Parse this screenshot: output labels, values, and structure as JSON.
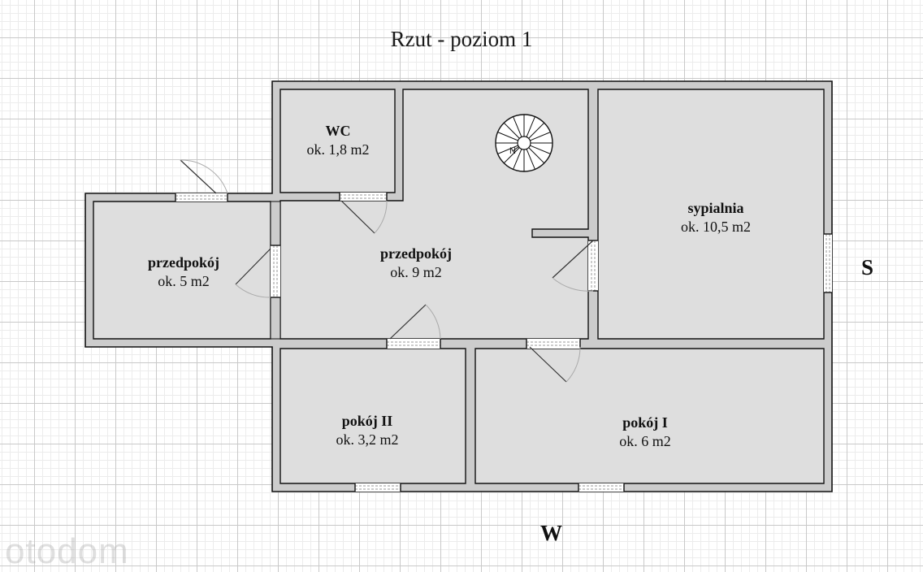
{
  "title": "Rzut - poziom 1",
  "compass": {
    "right": "S",
    "bottom": "W"
  },
  "stair_marker": "N",
  "rooms": [
    {
      "name": "WC",
      "area": "ok. 1,8 m2"
    },
    {
      "name": "przedpokój",
      "area": "ok. 5 m2"
    },
    {
      "name": "przedpokój",
      "area": "ok. 9 m2"
    },
    {
      "name": "sypialnia",
      "area": "ok. 10,5 m2"
    },
    {
      "name": "pokój II",
      "area": "ok. 3,2 m2"
    },
    {
      "name": "pokój I",
      "area": "ok. 6 m2"
    }
  ],
  "watermark": "otodom",
  "colors": {
    "wall_fill": "#cccccc",
    "wall_stroke": "#111111",
    "grid": "#c9c9c9"
  }
}
